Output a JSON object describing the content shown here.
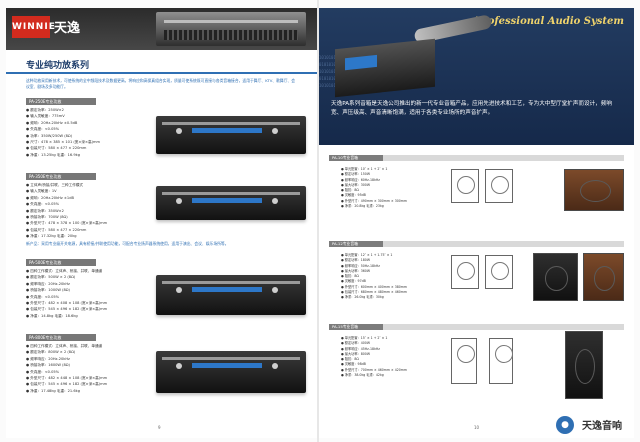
{
  "left_page": {
    "brand": {
      "logo": "WINNIE",
      "name": "天逸"
    },
    "section_title": "专业纯功放系列",
    "intro": "这种功放采用新技术，可使系统的全中频段技术及数据更高，将响应和高保真组合实现，质量可使系统既可直接与各类音箱接合，适用于舞厅、KTV、歌舞厅、会议室、剧场及多功能厅。",
    "products": [
      {
        "model": "PA-250E专业功放",
        "specs": [
          "● 额定功率：250W×2",
          "● 输入灵敏度：775mV",
          "● 频响：20Hz-20kHz ±0.5dB",
          "● 失真度：<0.05%",
          "● 功率：350W/250W (8Ω)",
          "● 尺寸：478 × 385 × 101 (宽×深×高)mm",
          "● 包装尺寸：580 × 477 × 220mm",
          "● 净重：13.25kg  毛重：16.9kg"
        ],
        "note": ""
      },
      {
        "model": "PA-350E专业功放",
        "specs": [
          "● 立体声/桥接/并联，三种工作模式",
          "● 输入灵敏度：1V",
          "● 频响：20Hz-20kHz ±1dB",
          "● 失真度：<0.05%",
          "● 额定功率：350W×2",
          "● 桥接功率：700W (8Ω)",
          "● 外型尺寸：478 × 378 × 100 (宽×深×高)mm",
          "● 包装尺寸：580 × 477 × 220mm",
          "● 净重：17.32kg  毛重：20kg"
        ],
        "note": "新产品：采用专业级开关电源，具有桥接/并联使用功能，可配合专业扬声器系统使用，适用于演出、会议、娱乐场所等。"
      },
      {
        "model": "PA-500E专业功放",
        "specs": [
          "● 四种工作模式：立体声、桥接、并联、单通道",
          "● 额定功率：500W × 2 (8Ω)",
          "● 频率响应：20Hz-20kHz",
          "● 桥接功率：1000W (8Ω)",
          "● 失真度：<0.05%",
          "● 外型尺寸：482 × 408 × 108 (宽×深×高)mm",
          "● 包装尺寸：545 × 496 × 182 (宽×深×高)mm",
          "● 净重：14.8kg  毛重：18.6kg"
        ],
        "note": ""
      },
      {
        "model": "PA-800E专业功放",
        "specs": [
          "● 四种工作模式：立体声、桥接、并联、单通道",
          "● 额定功率：800W × 2 (8Ω)",
          "● 频率响应：20Hz-20kHz",
          "● 桥接功率：1600W (8Ω)",
          "● 失真度：<0.05%",
          "● 外型尺寸：482 × 448 × 108 (宽×深×高)mm",
          "● 包装尺寸：545 × 496 × 182 (宽×深×高)mm",
          "● 净重：17.48kg  毛重：21.6kg"
        ],
        "note": ""
      }
    ],
    "page_number": "9"
  },
  "right_page": {
    "hero_title": "Professional Audio System",
    "hero_text": "天逸PA系列音箱是天逸公司推出的新一代专业音箱产品，应用先进技术和工艺，专为大中型厅堂扩声而设计，频响宽、声压级高、声音清晰饱满，适用于各类专业场所的声音扩声。",
    "binary": "10101010101010101010101010101010\n01010101010101010101010101010101\n10101010101010101010101010101010\n01010101010101010101010101010101\n10101010101010101010101010101010",
    "products": [
      {
        "model": "PA-10专业音箱",
        "specs": [
          "● 单元配置：10″ × 1 + 2″ × 1",
          "● 额定功率：150W",
          "● 频率响应：60Hz-18kHz",
          "● 最大功率：300W",
          "● 阻抗：8Ω",
          "● 灵敏度：95dB",
          "● 外型尺寸：490mm × 300mm × 300mm",
          "● 净重：20.8kg  毛重：23kg"
        ]
      },
      {
        "model": "PA-12专业音箱",
        "specs": [
          "● 单元配置：12″ × 1 + 1.75″ × 1",
          "● 额定功率：180W",
          "● 频率响应：50Hz-18kHz",
          "● 最大功率：360W",
          "● 阻抗：8Ω",
          "● 灵敏度：97dB",
          "● 外型尺寸：600mm × 400mm × 380mm",
          "● 包装尺寸：680mm × 480mm × 460mm",
          "● 净重：26.0kg  毛重：30kg"
        ]
      },
      {
        "model": "PA-15专业音箱",
        "specs": [
          "● 单元配置：15″ × 1 + 2″ × 1",
          "● 额定功率：400W",
          "● 频率响应：45Hz-18kHz",
          "● 最大功率：800W",
          "● 阻抗：8Ω",
          "● 灵敏度：98dB",
          "● 外型尺寸：700mm × 460mm × 420mm",
          "● 净重：38.0kg  毛重：42kg"
        ]
      }
    ],
    "watermark": "天逸音响",
    "page_number": "10"
  }
}
